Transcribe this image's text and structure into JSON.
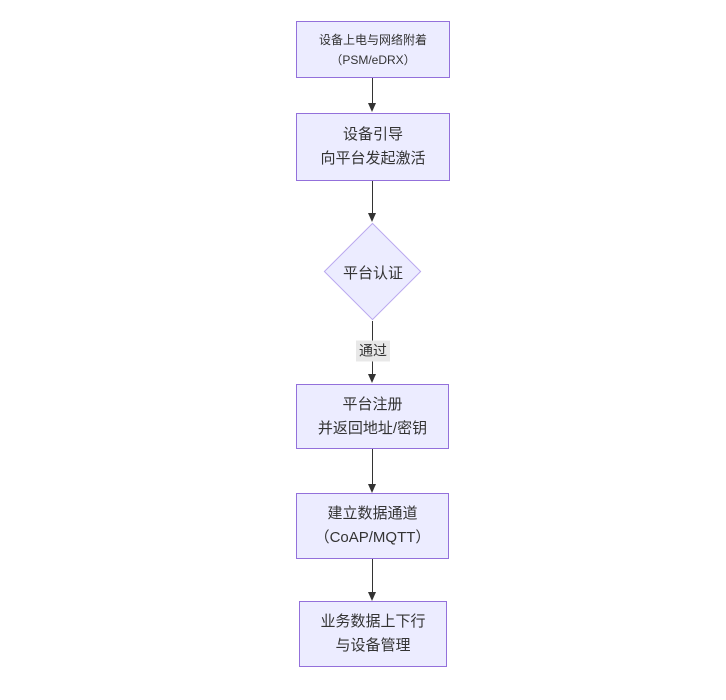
{
  "diagram": {
    "type": "flowchart",
    "direction": "top-to-bottom",
    "colors": {
      "node_fill": "#ECECFF",
      "node_border": "#9370DB",
      "arrow": "#333333",
      "edge_label_bg": "#e8e8e8",
      "text": "#333333",
      "background": "#ffffff"
    },
    "nodes": [
      {
        "id": "power-on",
        "shape": "rect",
        "lines": [
          "设备上电与网络附着",
          "（PSM/eDRX）"
        ]
      },
      {
        "id": "bootstrap",
        "shape": "rect",
        "lines": [
          "设备引导",
          "向平台发起激活"
        ]
      },
      {
        "id": "auth",
        "shape": "diamond",
        "lines": [
          "平台认证"
        ]
      },
      {
        "id": "register",
        "shape": "rect",
        "lines": [
          "平台注册",
          "并返回地址/密钥"
        ]
      },
      {
        "id": "data-channel",
        "shape": "rect",
        "lines": [
          "建立数据通道",
          "（CoAP/MQTT）"
        ]
      },
      {
        "id": "business-data",
        "shape": "rect",
        "lines": [
          "业务数据上下行",
          "与设备管理"
        ]
      }
    ],
    "edges": [
      {
        "from": "power-on",
        "to": "bootstrap",
        "label": ""
      },
      {
        "from": "bootstrap",
        "to": "auth",
        "label": ""
      },
      {
        "from": "auth",
        "to": "register",
        "label": "通过"
      },
      {
        "from": "register",
        "to": "data-channel",
        "label": ""
      },
      {
        "from": "data-channel",
        "to": "business-data",
        "label": ""
      }
    ]
  }
}
